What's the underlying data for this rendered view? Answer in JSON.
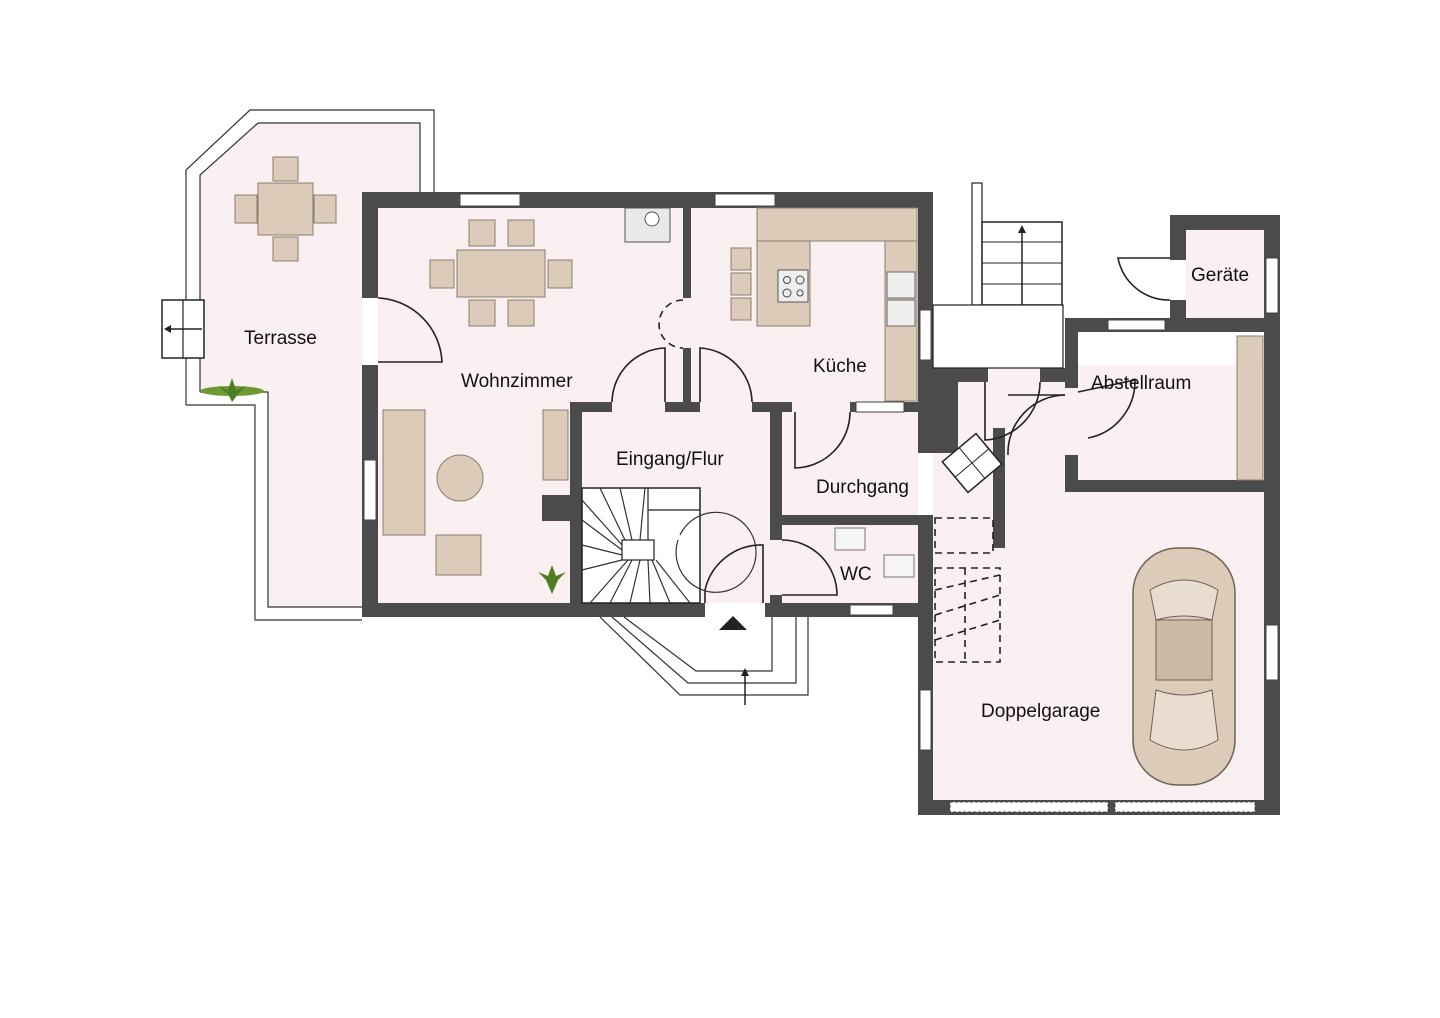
{
  "plan": {
    "rooms": {
      "terrasse": "Terrasse",
      "wohnzimmer": "Wohnzimmer",
      "kueche": "Küche",
      "eingang": "Eingang/Flur",
      "durchgang": "Durchgang",
      "wc": "WC",
      "geraete": "Geräte",
      "abstellraum": "Abstellraum",
      "doppelgarage": "Doppelgarage"
    },
    "colors": {
      "wall": "#4b4b4b",
      "floor": "#faf0f1",
      "furniture": "#dccbb9",
      "plant": "#5a8a2a"
    }
  }
}
